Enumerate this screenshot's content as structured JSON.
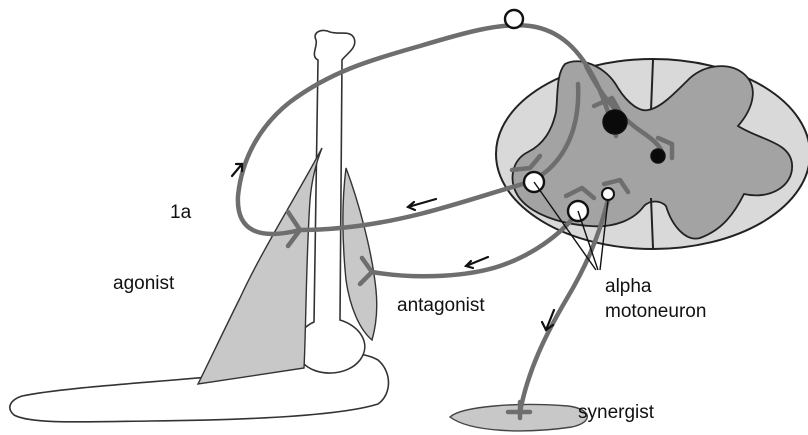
{
  "labels": {
    "fiber_1a": "1a",
    "agonist": "agonist",
    "antagonist": "antagonist",
    "alpha_motoneuron_line1": "alpha",
    "alpha_motoneuron_line2": "motoneuron",
    "synergist": "synergist"
  },
  "colors": {
    "nerve": "#6e6e6e",
    "grey_matter": "#a3a3a3",
    "white_matter": "#d9d9d9",
    "muscle": "#c8c8c8",
    "bone_outline": "#333333"
  }
}
